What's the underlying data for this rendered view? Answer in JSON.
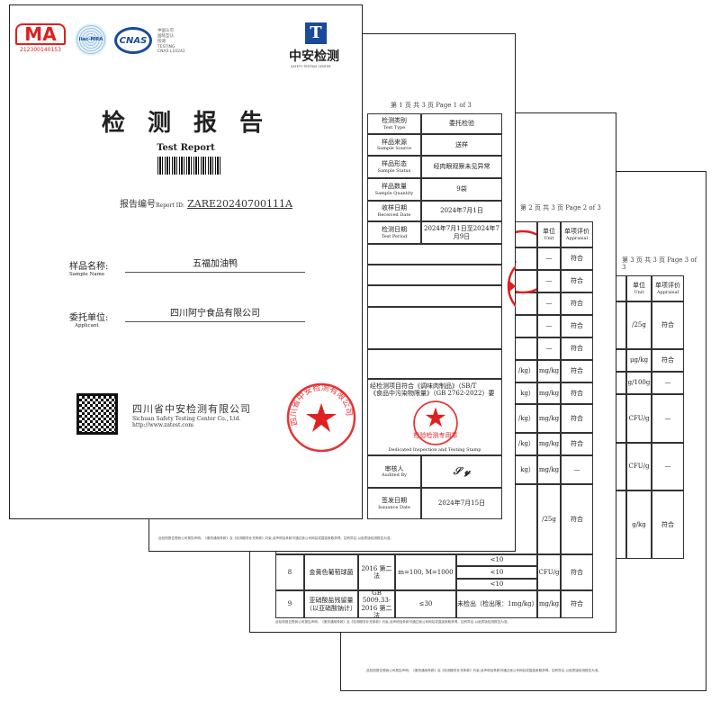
{
  "page3": {
    "header": "第 3 页 共 3 页 Page 3 of 3",
    "col_unit": "单位",
    "col_unit_en": "Unit",
    "col_appraisal": "单项评价",
    "col_appraisal_en": "Appraisal",
    "rows": [
      {
        "unit": "/25g",
        "appraisal": "符合"
      },
      {
        "unit": "μg/kg",
        "appraisal": "符合"
      },
      {
        "unit": "g/100g",
        "appraisal": "—"
      },
      {
        "unit": "CFU/g",
        "appraisal": "—"
      },
      {
        "unit": "CFU/g",
        "appraisal": "—"
      },
      {
        "unit": "g/kg",
        "appraisal": "符合"
      }
    ],
    "footer": "此检测报告受我公司报告声明、《服务通用条款》及《检测服务补充条款》约束,该声明及条款可通过我公司网站或直接索取获得。如有异议,以纸质版检测报告为准。"
  },
  "page2": {
    "header": "第 2 页 共 3 页 Page 2 of 3",
    "col_unit": "单位",
    "col_unit_en": "Unit",
    "col_appraisal": "单项评价",
    "col_appraisal_en": "Appraisal",
    "rows": [
      {
        "unit": "—",
        "appraisal": "符合"
      },
      {
        "unit": "—",
        "appraisal": "符合"
      },
      {
        "unit": "—",
        "appraisal": "符合"
      },
      {
        "unit": "—",
        "appraisal": "符合"
      },
      {
        "unit": "—",
        "appraisal": "符合"
      },
      {
        "unit": "mg/kg",
        "appraisal": "符合",
        "result_tail": "/kg）"
      },
      {
        "unit": "mg/kg",
        "appraisal": "符合",
        "result_tail": "kg）"
      },
      {
        "unit": "mg/kg",
        "appraisal": "符合",
        "result_tail": "/kg）"
      },
      {
        "unit": "mg/kg",
        "appraisal": "符合",
        "result_tail": "/kg）"
      },
      {
        "unit": "mg/kg",
        "appraisal": "—",
        "result_tail": "kg）"
      },
      {
        "unit": "/25g",
        "appraisal": "符合"
      }
    ],
    "row8": {
      "no": "8",
      "item": "金黄色葡萄球菌",
      "method": "2016 第二法",
      "limit": "m=100, M=1000",
      "results": [
        "<10",
        "<10",
        "<10"
      ],
      "unit": "CFU/g",
      "appraisal": "符合"
    },
    "row9": {
      "no": "9",
      "item": "亚硝酸盐残留量（以亚硝酸钠计）",
      "method": "GB 5009.33-2016 第二法",
      "limit": "≤30",
      "result": "未检出（检出限：1mg/kg）",
      "unit": "mg/kg",
      "appraisal": "符合"
    },
    "footer": "此检测报告受我公司报告声明、《服务通用条款》及《检测服务补充条款》约束,该声明及条款可通过我公司网站或直接索取获得。如有异议,以纸质版检测报告为准。"
  },
  "page1": {
    "header": "第 1 页 共 3 页 Page 1 of 3",
    "rows": [
      {
        "label": "检测类别",
        "label_en": "Test Type",
        "value": "委托检验"
      },
      {
        "label": "样品来源",
        "label_en": "Sample Source",
        "value": "送样"
      },
      {
        "label": "样品形态",
        "label_en": "Sample Status",
        "value": "经肉眼观察未见异常"
      },
      {
        "label": "样品数量",
        "label_en": "Sample Quantity",
        "value": "9袋"
      },
      {
        "label": "收样日期",
        "label_en": "Received Date",
        "value": "2024年7月1日"
      },
      {
        "label": "检测日期",
        "label_en": "Test Period",
        "value": "2024年7月1日至2024年7月9日"
      }
    ],
    "conclusion_1": "经检测项目符合《调味肉制品》（SB/T",
    "conclusion_2": "《食品中污染物限量》（GB 2762-2022）要",
    "stamp_text": "检验检测专用章",
    "stamp_en": "Dedicated Inspection and Testing Stamp",
    "audited_label": "审核人",
    "audited_en": "Audited By",
    "issue_label": "签发日期",
    "issue_en": "Issuance Date",
    "issue_date": "2024年7月15日",
    "footer": "此检测报告受我公司报告声明、《服务通用条款》及《检测服务补充条款》约束,该声明及条款可通过我公司网站或直接索取获得。如有异议,以纸质版检测报告为准。"
  },
  "cover": {
    "cma": "MA",
    "cma_no": "212300140153",
    "ilac": "ilac-MRA",
    "cnas": "CNAS",
    "cnas_lines": [
      "中国认可",
      "国际互认",
      "检测",
      "TESTING",
      "CNAS L10242"
    ],
    "brand_cn": "中安检测",
    "brand_en": "SAFETY TESTING CENTER",
    "title": "检 测 报 告",
    "subtitle": "Test Report",
    "report_id_label": "报告编号",
    "report_id_label_en": "Report ID:",
    "report_id": "ZARE20240700111A",
    "sample_label": "样品名称:",
    "sample_label_en": "Sample Name",
    "sample_value": "五福加油鸭",
    "applicant_label": "委托单位:",
    "applicant_label_en": "Applicant",
    "applicant_value": "四川阿宁食品有限公司",
    "company_cn": "四川省中安检测有限公司",
    "company_en": "Sichuan Safety Testing Center Co., Ltd.",
    "website": "http://www.zatest.com",
    "seal_text": "四川省中安检测有限公司"
  },
  "colors": {
    "stamp_red": "#e02020",
    "cnas_blue": "#1a4a9a"
  }
}
